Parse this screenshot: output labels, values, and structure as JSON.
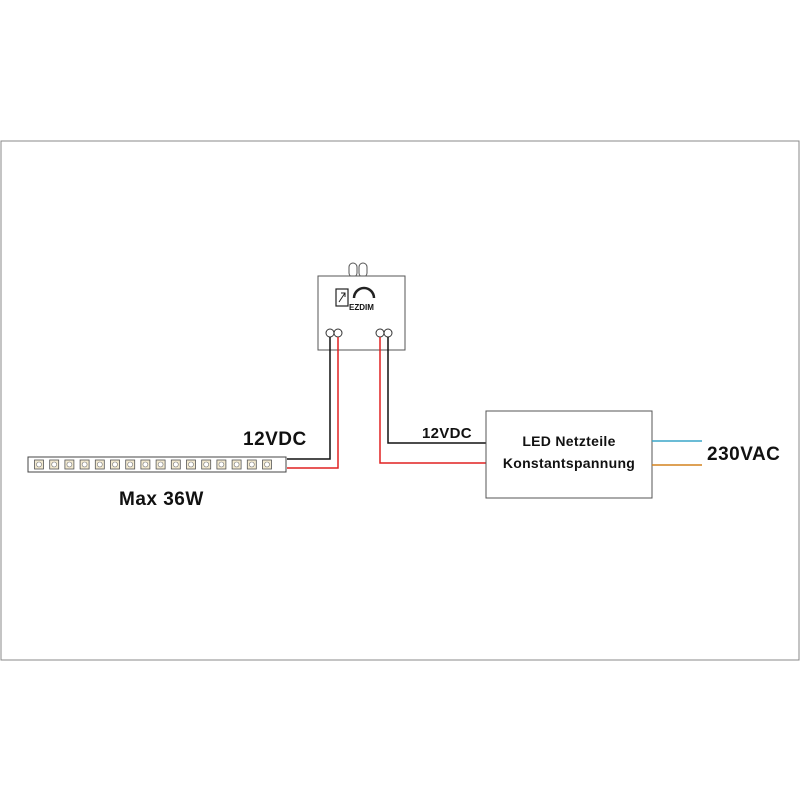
{
  "labels": {
    "max_power": "Max 36W",
    "voltage_led_side": "12VDC",
    "voltage_psu_side": "12VDC",
    "mains_voltage": "230VAC"
  },
  "dimmer": {
    "brand": "EZDIM",
    "icons": [
      "switch-icon",
      "dimmer-arc-icon"
    ]
  },
  "power_supply": {
    "line1": "LED Netzteile",
    "line2": "Konstantspannung"
  },
  "led_strip": {
    "led_count": 16
  },
  "colors": {
    "wire_dc_negative": "#111111",
    "wire_dc_positive": "#e02020",
    "wire_ac_neutral": "#3aa6c8",
    "wire_ac_live": "#d4821e",
    "outline": "#555555"
  }
}
